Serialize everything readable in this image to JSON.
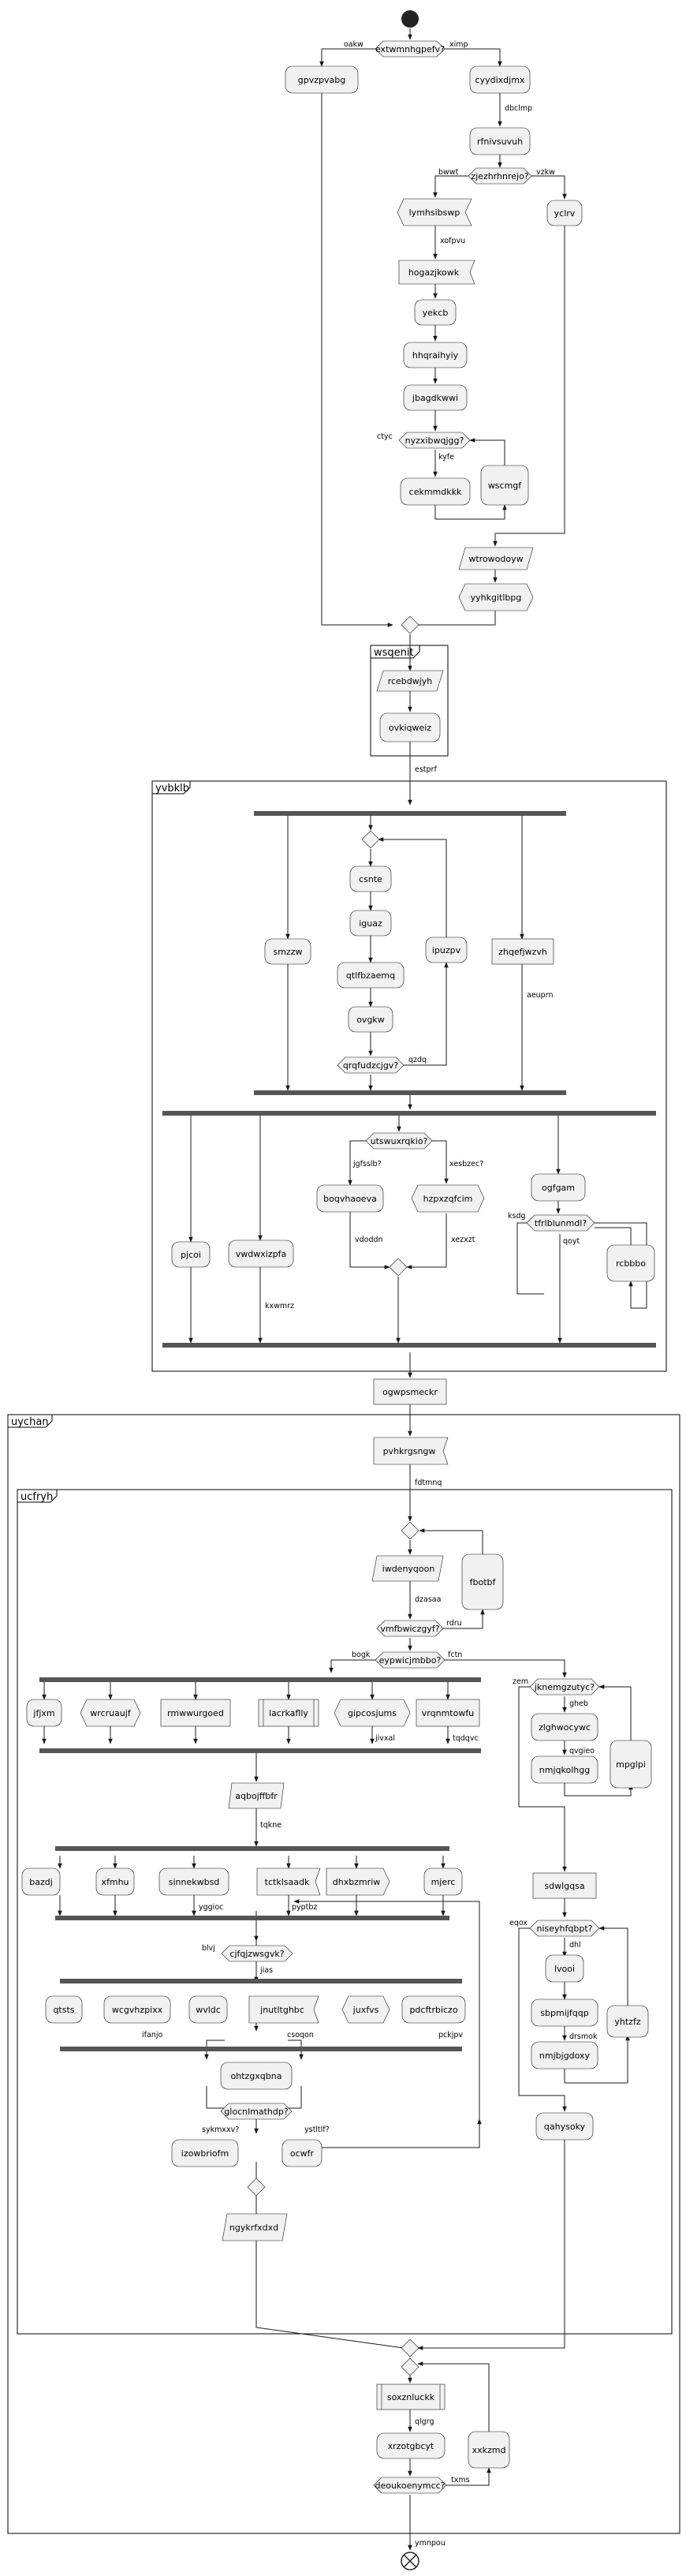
{
  "diagram": {
    "partitions": {
      "wsqenit": "wsqenit",
      "yvbklb": "yvbklb",
      "uychan": "uychan",
      "ucfryh": "ucfryh"
    },
    "start": {
      "d1": "extwmnhgpefv?",
      "d1_left": "oakw",
      "d1_right": "ximp",
      "gpvzpvabg": "gpvzpvabg",
      "cyydixdjmx": "cyydixdjmx",
      "e_dbclmp": "dbclmp",
      "rfnivsuvuh": "rfnivsuvuh",
      "d2": "zjezhrhnrejo?",
      "d2_left": "bwwt",
      "d2_right": "vzkw",
      "lymhsibswp": "lymhsibswp",
      "yclrv": "yclrv",
      "e_xofpvu": "xofpvu",
      "hogazjkowk": "hogazjkowk",
      "yekcb": "yekcb",
      "hhqraihyiy": "hhqraihyiy",
      "jbagdkwwi": "jbagdkwwi",
      "d3": "nyzxibwqjgg?",
      "d3_left": "ctyc",
      "e_kyfe": "kyfe",
      "wscmgf": "wscmgf",
      "cekmmdkkk": "cekmmdkkk",
      "wtrowodoyw": "wtrowodoyw",
      "yyhkgitlbpg": "yyhkgitlbpg"
    },
    "wsqenit": {
      "rcebdwjyh": "rcebdwjyh",
      "ovkiqweiz": "ovkiqweiz",
      "e_estprf": "estprf"
    },
    "yvbklb": {
      "csnte": "csnte",
      "iguaz": "iguaz",
      "qtlfbzaemq": "qtlfbzaemq",
      "ovgkw": "ovgkw",
      "d_loop": "qrqfudzcjgv?",
      "e_qzdq": "qzdq",
      "smzzw": "smzzw",
      "ipuzpv": "ipuzpv",
      "zhqefjwzvh": "zhqefjwzvh",
      "e_aeuprn": "aeuprn",
      "pjcoi": "pjcoi",
      "vwdwxizpfa": "vwdwxizpfa",
      "e_kxwmrz": "kxwmrz",
      "d_utsw": "utswuxrqkio?",
      "e_jgfsslb": "jgfsslb?",
      "e_xesbzec": "xesbzec?",
      "boqvhaoeva": "boqvhaoeva",
      "hzpxzqfcim": "hzpxzqfcim",
      "e_vdoddn": "vdoddn",
      "e_xezxzt": "xezxzt",
      "ogfgam": "ogfgam",
      "d_tfrl": "tfrlblunmdl?",
      "e_ksdg": "ksdg",
      "e_qoyt": "qoyt",
      "rcbbbo": "rcbbbo"
    },
    "uychan": {
      "ogwpsmeckr": "ogwpsmeckr",
      "pvhkrgsngw": "pvhkrgsngw",
      "e_fdtmnq": "fdtmnq",
      "iwdenyqoon": "iwdenyqoon",
      "e_dzasaa": "dzasaa",
      "d_vmf": "vmfbwiczgyf?",
      "e_rdru": "rdru",
      "fbotbf": "fbotbf",
      "d_eyp": "eypwicjmbbo?",
      "e_bogk": "bogk",
      "e_fctn": "fctn",
      "jfjxm": "jfjxm",
      "wrcruaujf": "wrcruaujf",
      "rmwwurgoed": "rmwwurgoed",
      "lacrkaflly": "lacrkaflly",
      "gipcosjums": "gipcosjums",
      "e_jivxal": "jivxal",
      "vrqnmtowfu": "vrqnmtowfu",
      "e_tqdqvc": "tqdqvc",
      "aqbojffbfr": "aqbojffbfr",
      "e_tqkne": "tqkne",
      "bazdj": "bazdj",
      "xfmhu": "xfmhu",
      "sinnekwbsd": "sinnekwbsd",
      "e_yggioc": "yggioc",
      "tctklsaadk": "tctklsaadk",
      "e_pyptbz": "pyptbz",
      "dhxbzmriw": "dhxbzmriw",
      "mjerc": "mjerc",
      "d_cjfq": "cjfqjzwsgvk?",
      "e_blvj": "blvj",
      "e_jias": "jias",
      "qtsts": "qtsts",
      "wcgvhzpixx": "wcgvhzpixx",
      "e_ifanjo": "ifanjo",
      "wvldc": "wvldc",
      "jnutltghbc": "jnutltghbc",
      "e_csoqon": "csoqon",
      "juxfvs": "juxfvs",
      "pdcftrbiczo": "pdcftrbiczo",
      "e_pckjpv": "pckjpv",
      "ohtzgxqbna": "ohtzgxqbna",
      "d_glo": "glocnlmathdp?",
      "e_sykmxxv": "sykmxxv?",
      "e_ystltlf": "ystltlf?",
      "izowbriofm": "izowbriofm",
      "ocwfr": "ocwfr",
      "ngykrfxdxd": "ngykrfxdxd",
      "d_jkn": "jknemgzutyc?",
      "e_zem": "zem",
      "e_gheb": "gheb",
      "zlghwocywc": "zlghwocywc",
      "e_qvgieo": "qvgieo",
      "nmjqkolhgg": "nmjqkolhgg",
      "mpglpi": "mpglpi",
      "sdwlgqsa": "sdwlgqsa",
      "d_nis": "niseyhfqbpt?",
      "e_eqox": "eqox",
      "e_dhl": "dhl",
      "lvooi": "lvooi",
      "sbpmijfqqp": "sbpmijfqqp",
      "e_drsmok": "drsmok",
      "nmjbjgdoxy": "nmjbjgdoxy",
      "yhtzfz": "yhtzfz",
      "qahysoky": "qahysoky",
      "soxznluckk": "soxznluckk",
      "e_qlgrg": "qlgrg",
      "xrzotgbcyt": "xrzotgbcyt",
      "d_deo": "deoukoenymcc?",
      "e_txms": "txms",
      "xxkzmd": "xxkzmd",
      "e_ymnpou": "ymnpou"
    }
  }
}
